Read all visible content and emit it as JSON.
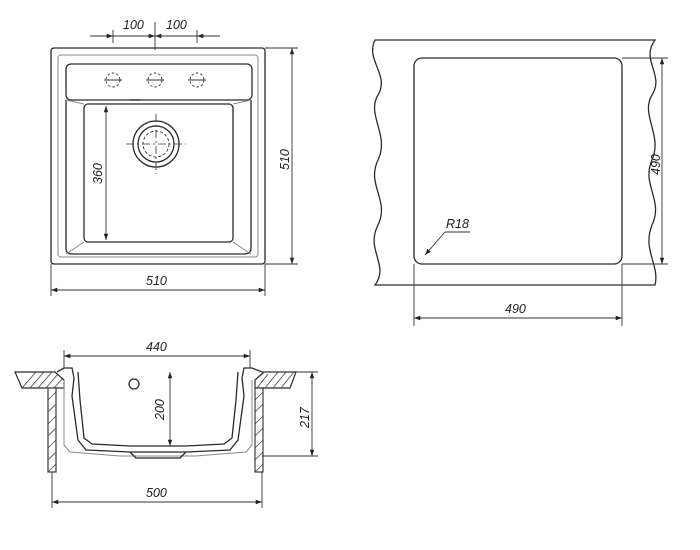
{
  "top_view": {
    "dim_hole_spacing_1": "100",
    "dim_hole_spacing_2": "100",
    "dim_bowl_length": "360",
    "dim_total_height": "510",
    "dim_total_width": "510"
  },
  "cutout_view": {
    "dim_height": "490",
    "dim_width": "490",
    "corner_radius": "R18"
  },
  "section_view": {
    "dim_top_width": "440",
    "dim_depth": "200",
    "dim_total_height": "217",
    "dim_bottom_width": "500"
  },
  "colors": {
    "line": "#2a2a2a",
    "inner_line": "#888888",
    "background": "#ffffff"
  }
}
